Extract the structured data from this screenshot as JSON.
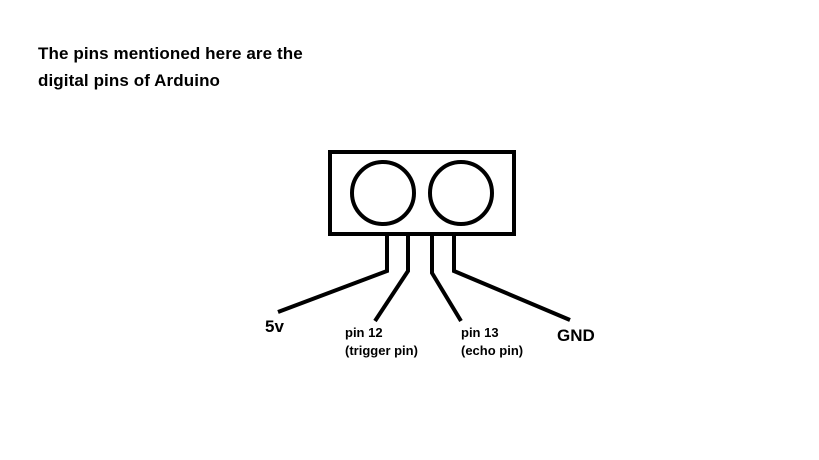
{
  "note": {
    "line1": "The pins mentioned here are the",
    "line2": "digital pins of Arduino"
  },
  "pins": {
    "vcc": "5v",
    "trigger": {
      "line1": "pin 12",
      "line2": "(trigger pin)"
    },
    "echo": {
      "line1": "pin 13",
      "line2": "(echo pin)"
    },
    "gnd": "GND"
  }
}
